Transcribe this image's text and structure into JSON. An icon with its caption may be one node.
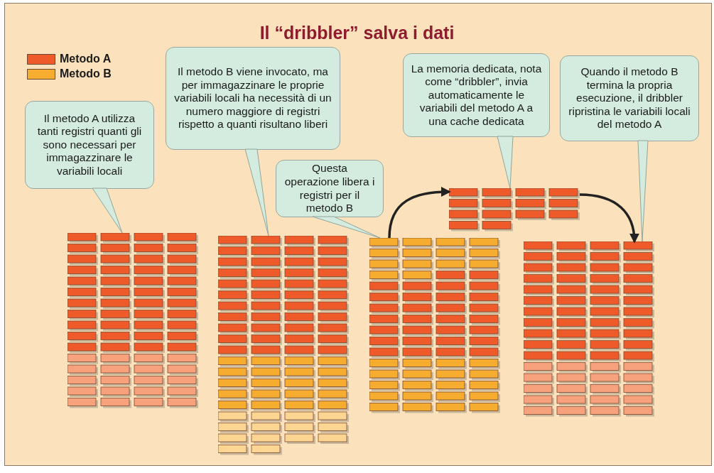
{
  "diagram": {
    "title": "Il “dribbler” salva i dati",
    "nodes": [
      {
        "text": [
          "Il metodo A utilizza tanti registri quanti gli sono necessari per immagazzinare le variabili locali"
        ]
      },
      {
        "text": [
          "Il metodo B viene invocato, ma per immagazzinare le proprie variabili locali ha necessità di un numero maggiore di registri rispetto a quanti risultano liberi"
        ]
      },
      {
        "text": [
          "Questa operazione libera i registri per il metodo B"
        ]
      },
      {
        "text": [
          "La memoria dedicata, nota come “dribbler”, invia automaticamente le variabili del metodo A a una cache dedicata"
        ]
      },
      {
        "text": [
          "Quando il metodo B termina la propria esecuzione, il dribbler ripristina le variabili locali del metodo A"
        ]
      },
      {
        "text": [],
        "shape": "picture"
      },
      {
        "text": [],
        "shape": "picture"
      },
      {
        "text": [],
        "shape": "picture"
      },
      {
        "text": [],
        "shape": "picture"
      },
      {
        "text": [],
        "shape": "picture"
      }
    ],
    "edges": [
      {
        "from": 0,
        "to": 5,
        "arrow": "none"
      },
      {
        "from": 1,
        "to": 6,
        "arrow": "none"
      },
      {
        "from": 2,
        "to": 7,
        "arrow": "none"
      },
      {
        "from": 3,
        "to": 8,
        "arrow": "none"
      },
      {
        "from": 4,
        "to": 9,
        "arrow": "none"
      },
      {
        "from": 7,
        "to": 8,
        "arrow": "to"
      },
      {
        "from": 8,
        "to": 9,
        "arrow": "to"
      }
    ],
    "legend": [
      {
        "text": "Metodo A",
        "color": "#ee5a2a"
      },
      {
        "text": "Metodo B",
        "color": "#f6ac2e"
      }
    ]
  }
}
